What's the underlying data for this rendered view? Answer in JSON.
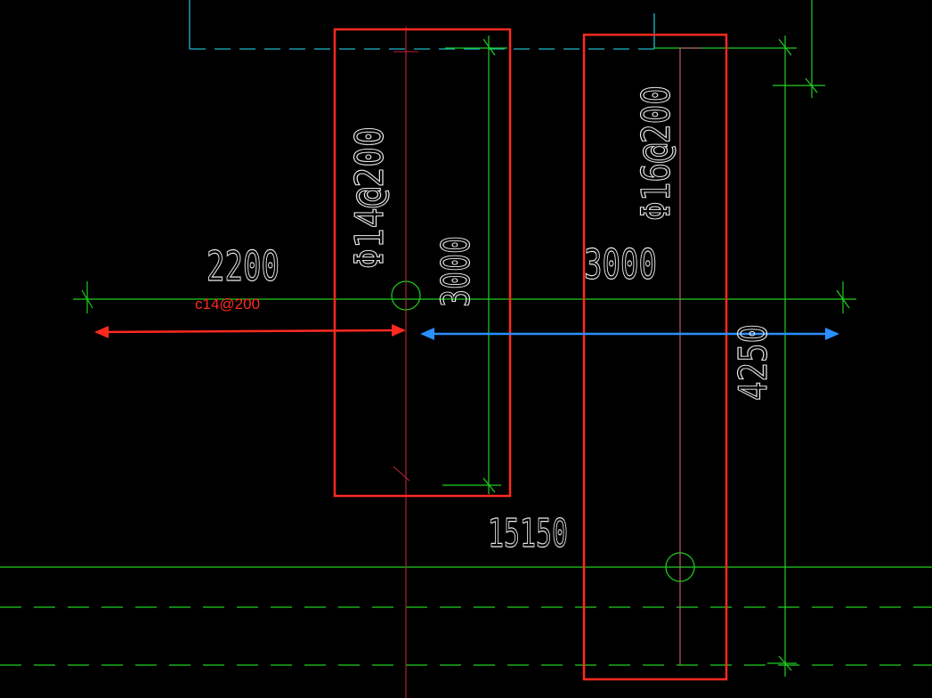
{
  "drawing": {
    "dim_2200": "2200",
    "label_c14": "c14@200",
    "rebar_phi14": "Φ14@200",
    "rebar_phi16": "Φ16@200",
    "dim_3000_vertical": "3000",
    "dim_3000_horizontal": "3000",
    "dim_4250": "4250",
    "dim_15150": "15150"
  },
  "colors": {
    "background": "#000000",
    "green_line": "#1fd01f",
    "red_box": "#ff2a1f",
    "cyan_dash": "#1fb8c8",
    "crimson_line": "#c0203a",
    "pink_line": "#d06080",
    "blue_arrow": "#2a8fff",
    "white_text": "#e8e8e8"
  }
}
